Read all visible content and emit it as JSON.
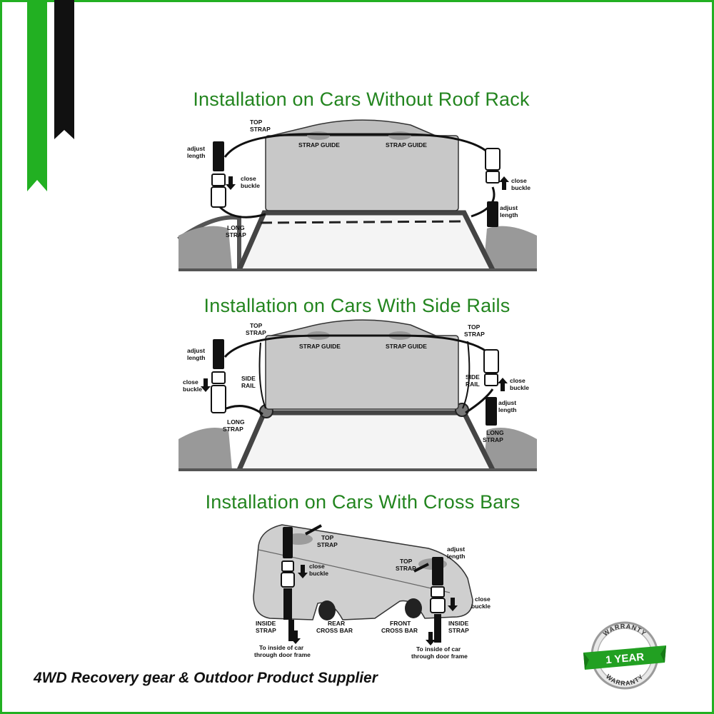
{
  "titles": {
    "no_rack": "Installation on Cars Without Roof Rack",
    "side_rails": "Installation on Cars With Side Rails",
    "cross_bars": "Installation on Cars With Cross Bars"
  },
  "labels": {
    "top_strap_1": "TOP",
    "top_strap_2": "STRAP",
    "adjust_1": "adjust",
    "adjust_2": "length",
    "close_1": "close",
    "close_2": "buckle",
    "long_1": "LONG",
    "long_2": "STRAP",
    "strap_guide": "STRAP GUIDE",
    "side_rail_1": "SIDE",
    "side_rail_2": "RAIL",
    "inside_1": "INSIDE",
    "inside_2": "STRAP",
    "rear_bar_1": "REAR",
    "rear_bar_2": "CROSS BAR",
    "front_bar_1": "FRONT",
    "front_bar_2": "CROSS BAR",
    "door_1": "To inside of car",
    "door_2": "through door frame"
  },
  "footer": "4WD Recovery gear & Outdoor Product Supplier",
  "badge": {
    "top_text": "WARRANTY",
    "main_text": "1 YEAR",
    "bottom_text": "WARRANTY"
  },
  "colors": {
    "border": "#22b022",
    "title_green": "#23851f",
    "ribbon_green": "#22b022",
    "ribbon_black": "#111111",
    "bag_gray": "#c8c8c8"
  }
}
